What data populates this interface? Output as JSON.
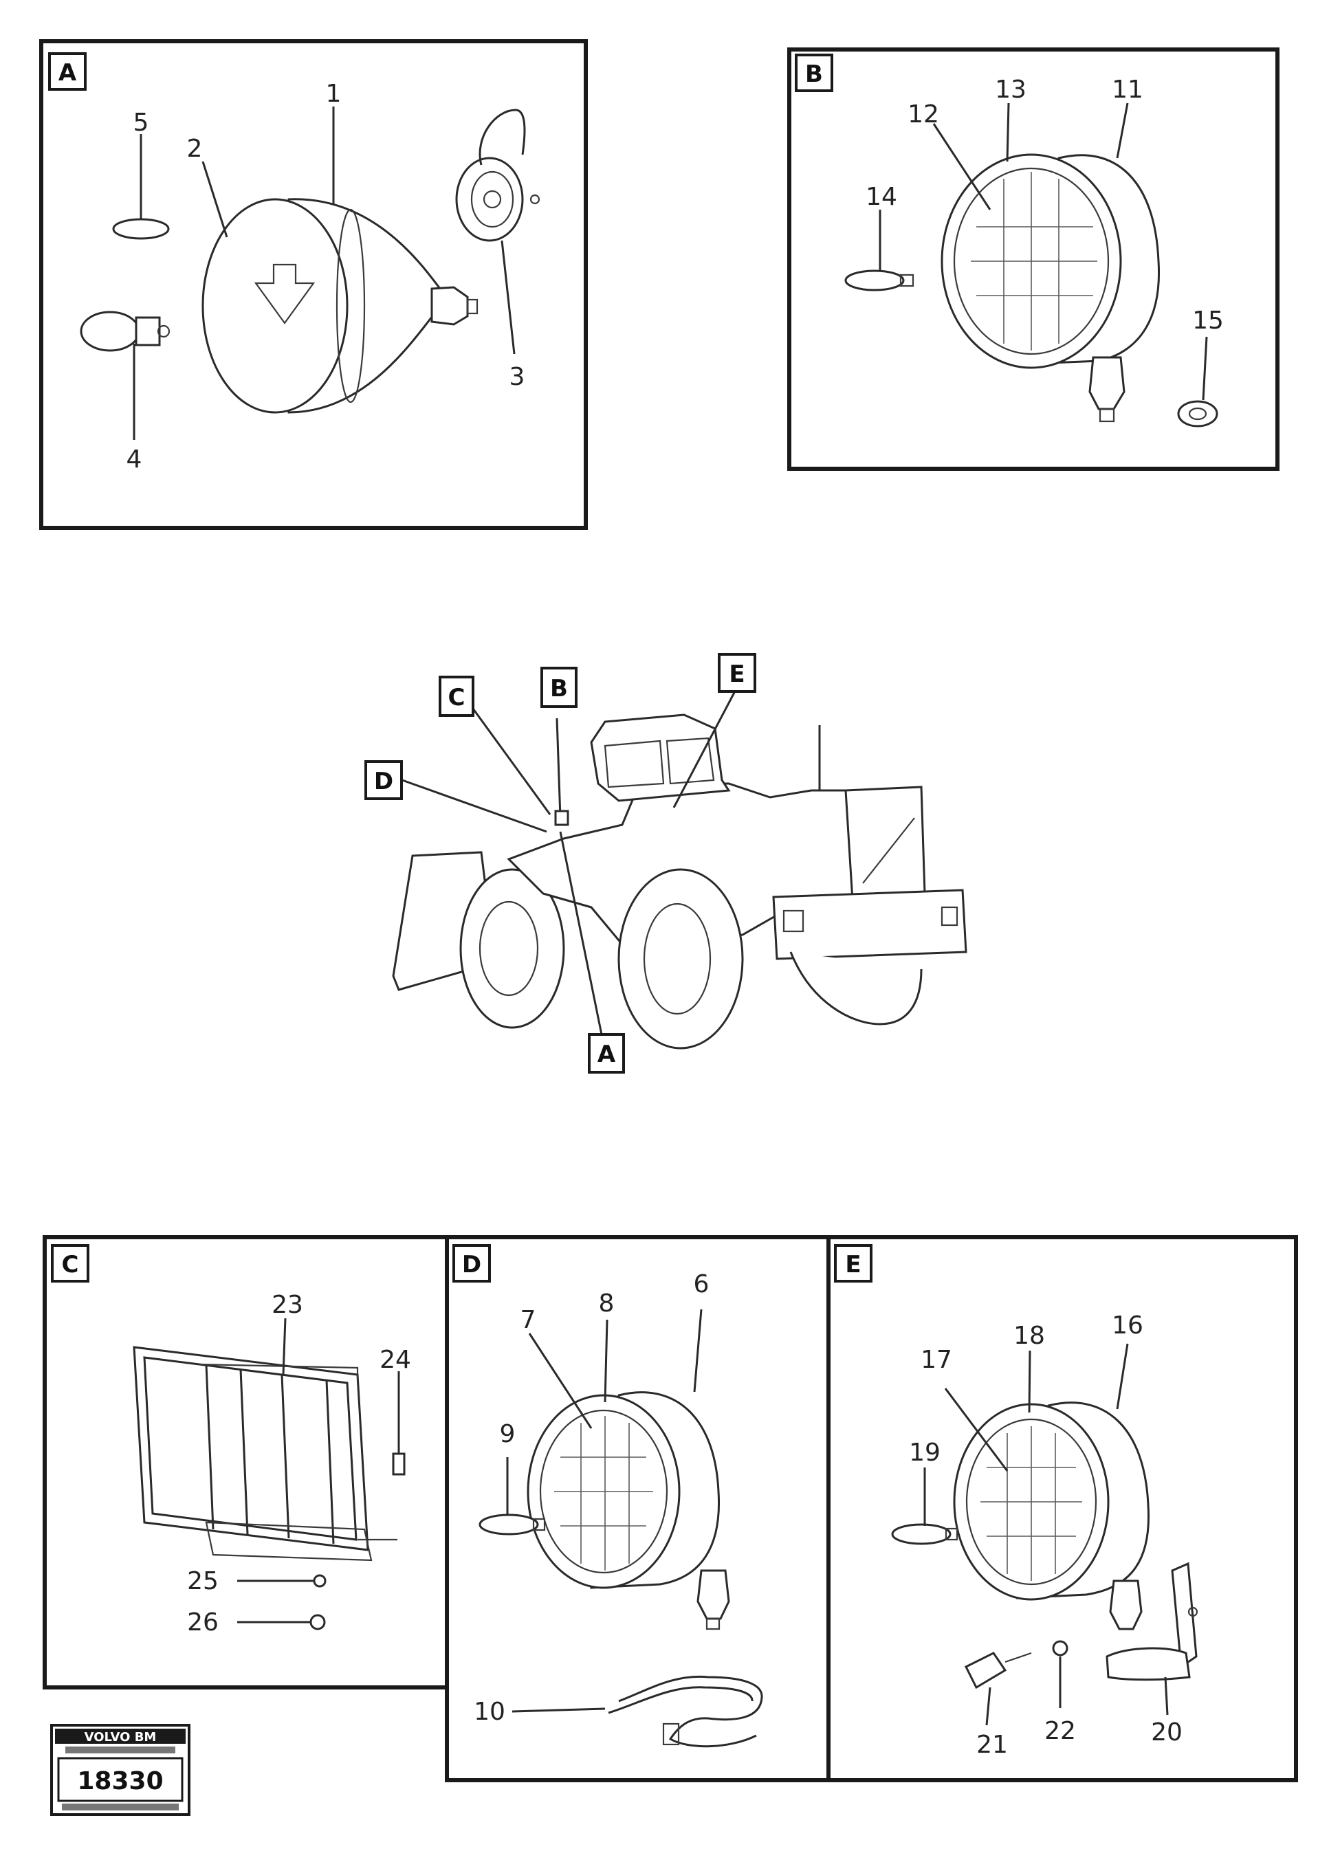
{
  "panels": {
    "A": {
      "tag": "A",
      "labels": [
        "1",
        "2",
        "3",
        "4",
        "5"
      ]
    },
    "B": {
      "tag": "B",
      "labels": [
        "11",
        "12",
        "13",
        "14",
        "15"
      ]
    },
    "C": {
      "tag": "C",
      "labels": [
        "23",
        "24",
        "25",
        "26"
      ]
    },
    "D": {
      "tag": "D",
      "labels": [
        "6",
        "7",
        "8",
        "9",
        "10"
      ]
    },
    "E": {
      "tag": "E",
      "labels": [
        "16",
        "17",
        "18",
        "19",
        "20",
        "21",
        "22"
      ]
    }
  },
  "machine_callouts": [
    "C",
    "B",
    "E",
    "D",
    "A"
  ],
  "logo": {
    "brand": "VOLVO BM",
    "number": "18330"
  }
}
